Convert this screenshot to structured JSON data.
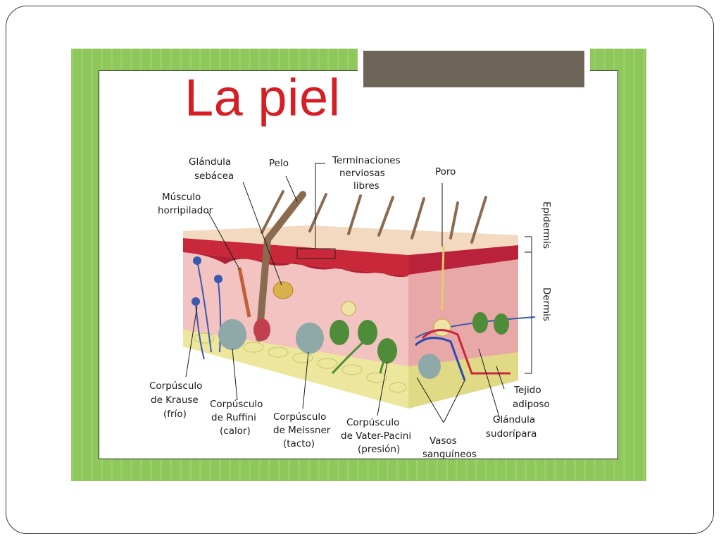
{
  "slide": {
    "title": "La piel"
  },
  "labels": {
    "glandula_sebacea": [
      "Glándula",
      "sebácea"
    ],
    "pelo": "Pelo",
    "terminaciones": [
      "Terminaciones",
      "nerviosas",
      "libres"
    ],
    "poro": "Poro",
    "musculo": [
      "Músculo",
      "horripilador"
    ],
    "epidermis": "Epidermis",
    "dermis": "Dermis",
    "krause": [
      "Corpúsculo",
      "de Krause",
      "(frío)"
    ],
    "ruffini": [
      "Corpúsculo",
      "de Ruffini",
      "(calor)"
    ],
    "meissner": [
      "Corpúsculo",
      "de Meissner",
      "(tacto)"
    ],
    "pacini": [
      "Corpúsculo",
      "de Vater-Pacini",
      "(presión)"
    ],
    "vasos": [
      "Vasos",
      "sanguíneos"
    ],
    "tejido": [
      "Tejido",
      "adiposo"
    ],
    "sudoripara": [
      "Glándula",
      "sudorípara"
    ]
  },
  "colors": {
    "title": "#d51f25",
    "panel_green": "#8fc85a",
    "tab_brown": "#6e6559",
    "epidermis": "#c8283a",
    "dermis": "#f2c3c0",
    "adipose": "#e8e39a"
  }
}
